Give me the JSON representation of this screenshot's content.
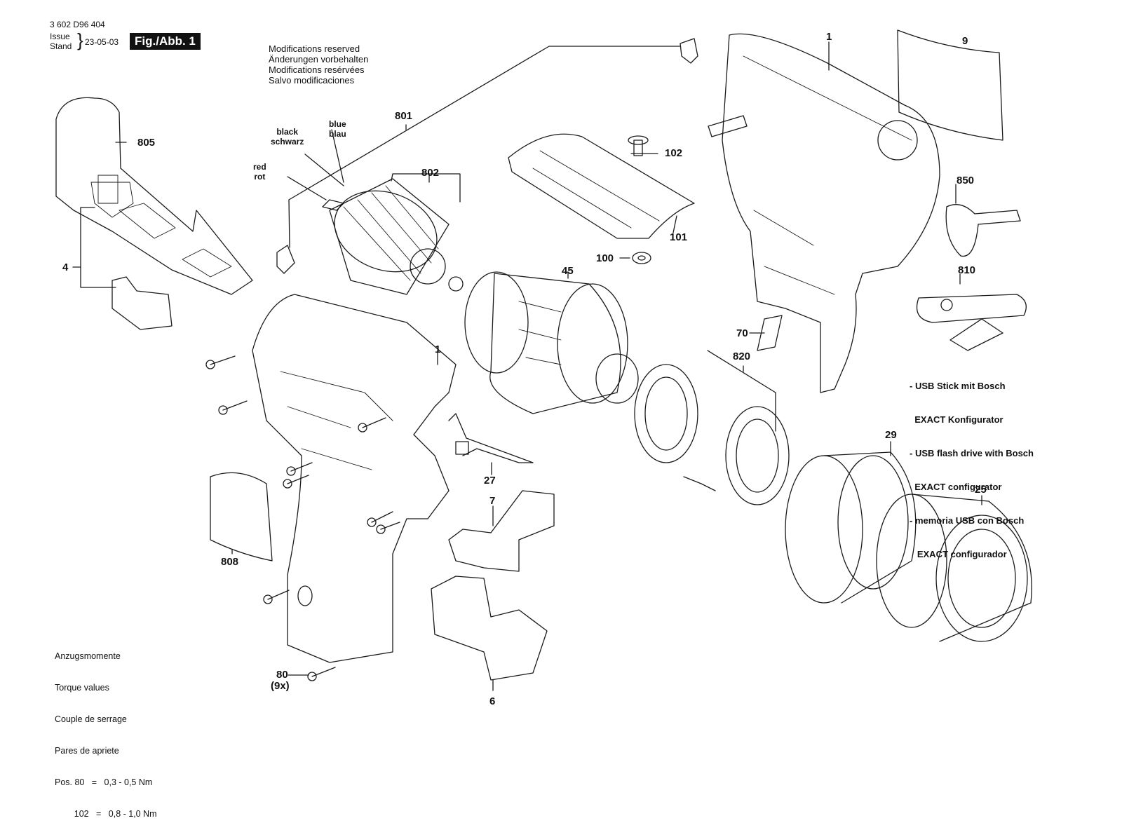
{
  "header": {
    "doc_number": "3 602 D96 404",
    "issue_label": "Issue",
    "stand_label": "Stand",
    "date": "23-05-03",
    "figure": "Fig./Abb. 1"
  },
  "modifications": [
    "Modifications reserved",
    "Änderungen vorbehalten",
    "Modifications resérvées",
    "Salvo modificaciones"
  ],
  "wires": {
    "black": "black",
    "black_de": "schwarz",
    "blue": "blue",
    "blue_de": "blau",
    "red": "red",
    "red_de": "rot"
  },
  "labels": {
    "p1_top": "1",
    "p9": "9",
    "p805": "805",
    "p801": "801",
    "p802": "802",
    "p102": "102",
    "p850": "850",
    "p4": "4",
    "p101": "101",
    "p100": "100",
    "p45": "45",
    "p810": "810",
    "p70": "70",
    "p1_bottom": "1",
    "p820": "820",
    "p27": "27",
    "p29": "29",
    "p25": "25",
    "p7": "7",
    "p808": "808",
    "p80": "80",
    "p80_qty": "(9x)",
    "p6": "6"
  },
  "usb_notes": [
    "- USB Stick mit Bosch",
    "  EXACT Konfigurator",
    "- USB flash drive with Bosch",
    "  EXACT configurator",
    "- memoria USB con Bosch",
    "   EXACT configurador"
  ],
  "torque": {
    "title_de": "Anzugsmomente",
    "title_en": "Torque values",
    "title_fr": "Couple de serrage",
    "title_es": "Pares de apriete",
    "row1": "Pos. 80   =   0,3 - 0,5 Nm",
    "row2": "        102   =   0,8 - 1,0 Nm"
  }
}
